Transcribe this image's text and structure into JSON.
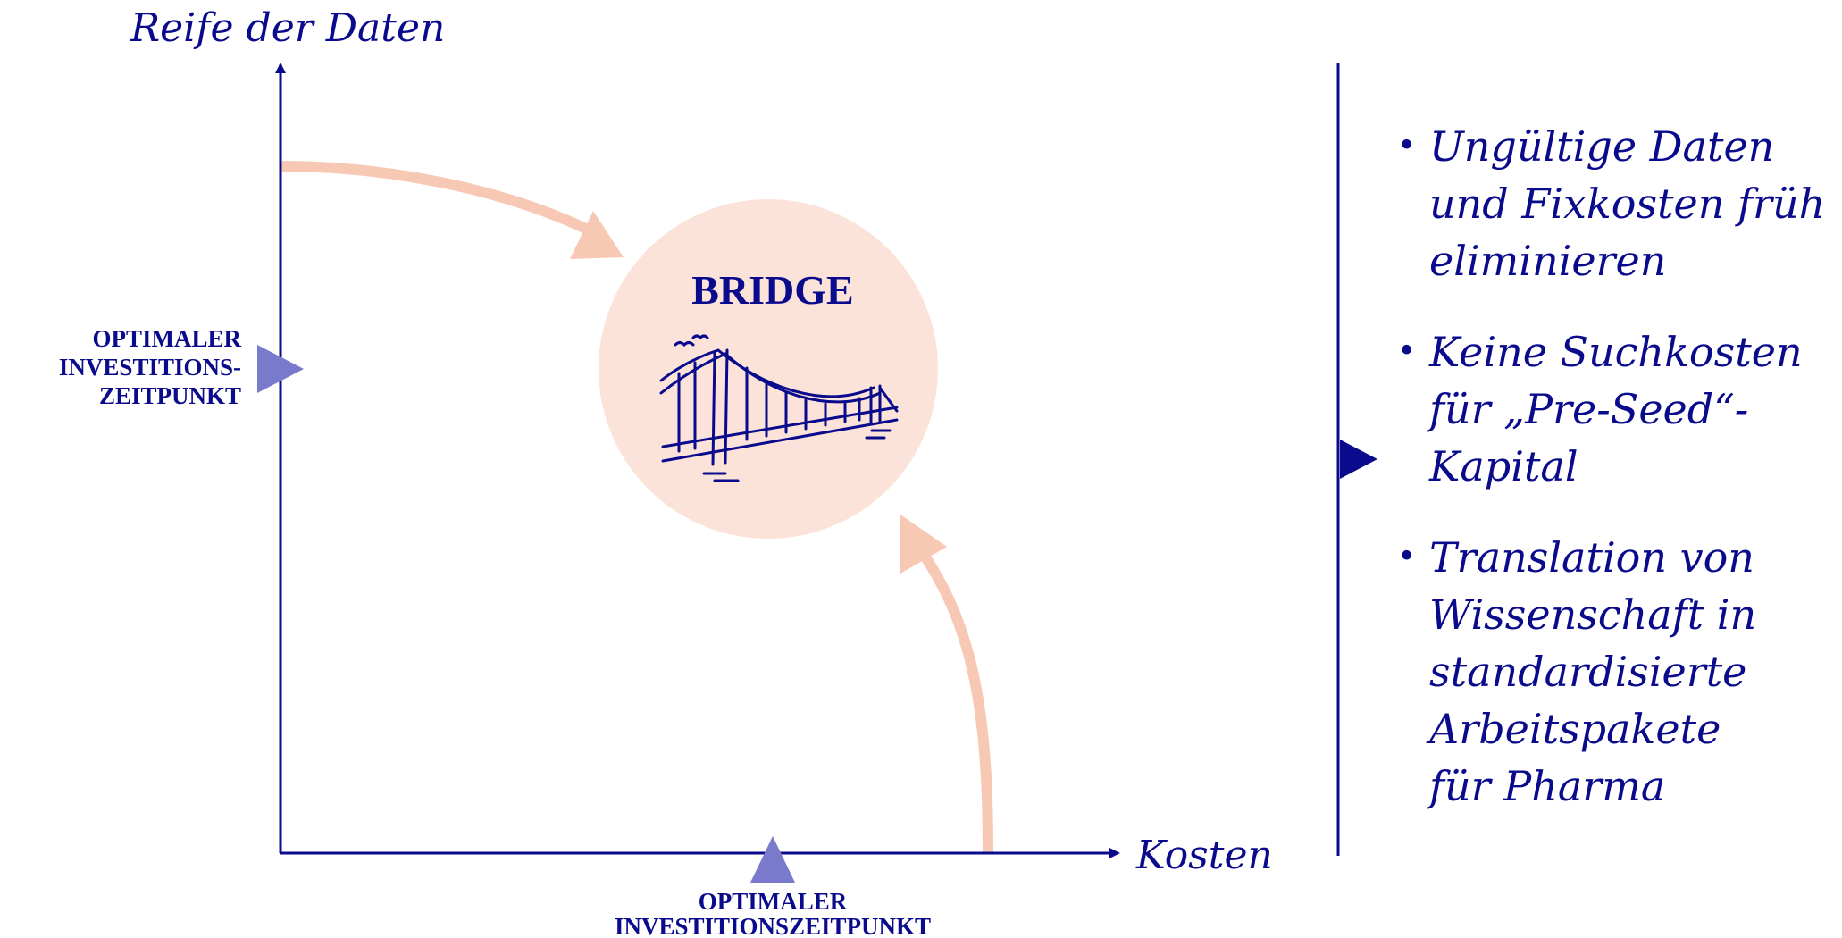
{
  "diagram": {
    "y_axis_label": "Reife der Daten",
    "x_axis_label": "Kosten",
    "left_marker_label": [
      "OPTIMALER",
      "INVESTITIONS-",
      "ZEITPUNKT"
    ],
    "bottom_marker_label": [
      "OPTIMALER",
      "INVESTITIONSZEITPUNKT"
    ],
    "center_label": "BRIDGE",
    "colors": {
      "ink": "#0a0a8c",
      "marker": "#7a7acc",
      "arrow": "#f7c9b4",
      "circle": "#fbe3d9"
    },
    "icons": [
      "bridge-icon"
    ]
  },
  "bullets": [
    "Ungültige Daten\nund Fixkosten früh\neliminieren",
    "Keine Suchkosten\nfür „Pre-Seed“-\nKapital",
    "Translation von\nWissenschaft in\nstandardisierte\nArbeitspakete\nfür Pharma"
  ]
}
